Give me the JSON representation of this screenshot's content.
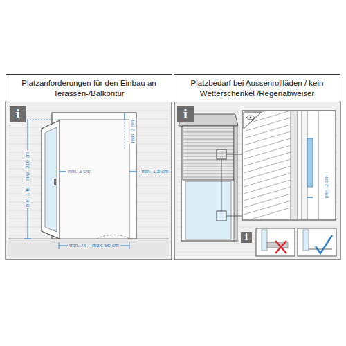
{
  "diagram": {
    "nodes": [
      {
        "text": [
          "Platzanforderungen für den Einbau an Terassen-/Balkontür"
        ]
      },
      {
        "text": [
          "Platzbedarf bei Aussenrollläden / kein Wetterschenkel /Regenabweiser"
        ]
      }
    ],
    "labels": [
      "i",
      "min. 148 – max. 216 cm",
      "min. 2 cm",
      "min. 3 cm",
      "min. 1,5 cm",
      "min. 74 – max. 96 cm",
      "i",
      "min. 2 cm",
      "i"
    ]
  }
}
